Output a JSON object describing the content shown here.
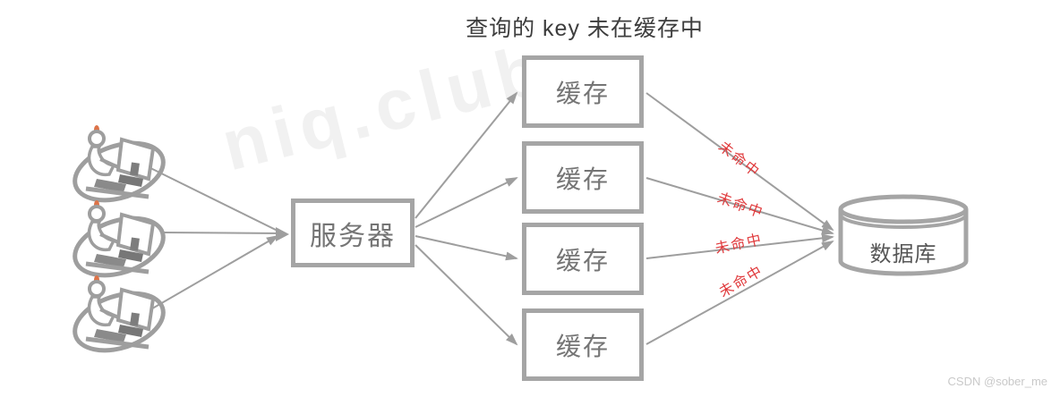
{
  "title": "查询的 key 未在缓存中",
  "nodes": {
    "server": "服务器",
    "caches": [
      "缓存",
      "缓存",
      "缓存",
      "缓存"
    ],
    "database": "数据库"
  },
  "arrows": {
    "miss": [
      "未命中",
      "未命中",
      "未命中",
      "未命中"
    ]
  },
  "watermarks": {
    "csdn": "CSDN @sober_me",
    "site": "niq.club"
  },
  "icons": {
    "users": "user-at-computer-icon",
    "database": "database-cylinder-icon"
  },
  "colors": {
    "line": "#9e9e9e",
    "box_border": "#a5a5a5",
    "box_text": "#757575",
    "title_text": "#3d3d3d",
    "miss_red": "#e03a3c",
    "watermark_gray": "#c9c9c9"
  }
}
